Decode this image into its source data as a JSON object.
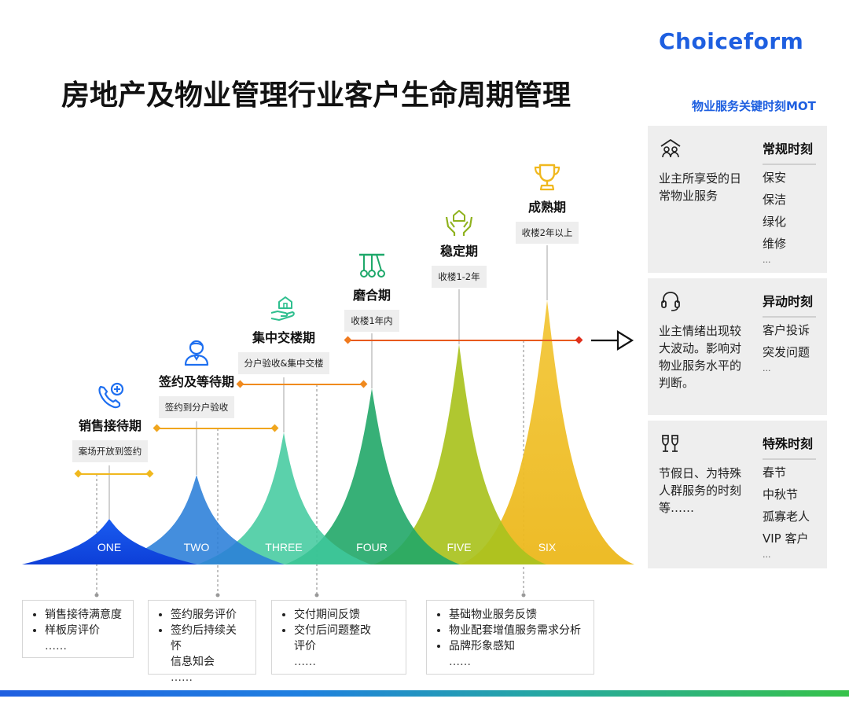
{
  "brand": "Choiceform",
  "title": "房地产及物业管理行业客户生命周期管理",
  "stages": [
    {
      "name": "销售接待期",
      "period": "案场开放到签约",
      "peak": "ONE",
      "icon": "phone-plus-icon"
    },
    {
      "name": "签约及等待期",
      "period": "签约到分户验收",
      "peak": "TWO",
      "icon": "person-icon"
    },
    {
      "name": "集中交楼期",
      "period": "分户验收&集中交楼",
      "peak": "THREE",
      "icon": "hand-house-icon"
    },
    {
      "name": "磨合期",
      "period": "收楼1年内",
      "peak": "FOUR",
      "icon": "hanging-tools-icon"
    },
    {
      "name": "稳定期",
      "period": "收楼1-2年",
      "peak": "FIVE",
      "icon": "hands-home-icon"
    },
    {
      "name": "成熟期",
      "period": "收楼2年以上",
      "peak": "SIX",
      "icon": "trophy-icon"
    }
  ],
  "feedback": [
    {
      "items": [
        "销售接待满意度",
        "样板房评价"
      ],
      "more": "……"
    },
    {
      "items": [
        "签约服务评价",
        "签约后持续关怀"
      ],
      "cont": "信息知会",
      "more": "……"
    },
    {
      "items": [
        "交付期间反馈",
        "交付后问题整改"
      ],
      "cont": "评价",
      "more": "……"
    },
    {
      "items": [
        "基础物业服务反馈",
        "物业配套增值服务需求分析",
        "品牌形象感知"
      ],
      "more": "……"
    }
  ],
  "mot": {
    "title": "物业服务关键时刻MOT",
    "panels": [
      {
        "heading": "常规时刻",
        "desc": "业主所享受的日常物业服务",
        "items": [
          "保安",
          "保洁",
          "绿化",
          "维修"
        ],
        "more": "...",
        "icon": "people-home-icon"
      },
      {
        "heading": "异动时刻",
        "desc": "业主情绪出现较大波动。影响对物业服务水平的判断。",
        "items": [
          "客户投诉",
          "突发问题"
        ],
        "more": "...",
        "icon": "headset-icon"
      },
      {
        "heading": "特殊时刻",
        "desc": "节假日、为特殊人群服务的时刻等……",
        "items": [
          "春节",
          "中秋节",
          "孤寡老人",
          "VIP 客户"
        ],
        "more": "...",
        "icon": "wine-glasses-icon"
      }
    ]
  },
  "colors": {
    "brand": "#1e5fe0",
    "peak_one": "#1446e0",
    "peak_two": "#2a7ed6",
    "peak_three": "#3ec49a",
    "peak_four": "#22a86a",
    "peak_five": "#a8c21e",
    "peak_six": "#f0c22c",
    "bar_yellow": "#f0b81e",
    "bar_orange": "#f08a1e",
    "bar_red": "#e04a1e"
  }
}
